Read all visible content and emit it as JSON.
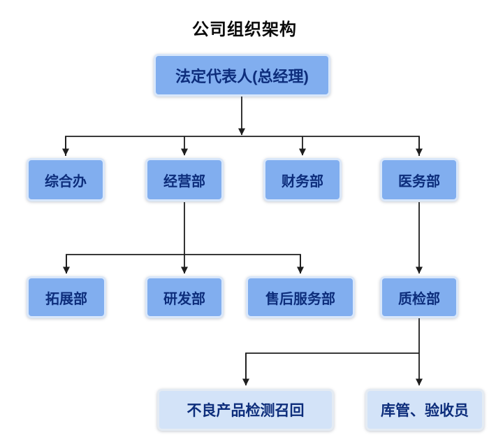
{
  "title": "公司组织架构",
  "colors": {
    "node_fill": "#81aeef",
    "node_border": "#d9e7fa",
    "node_text": "#0d2d7b",
    "light_fill": "#d3e3f8",
    "light_border": "#e4ebf3",
    "line": "#1e1e1e",
    "title_text": "#0a0a0a"
  },
  "nodes": {
    "root": {
      "label": "法定代表人(总经理)"
    },
    "level2": [
      {
        "label": "综合办"
      },
      {
        "label": "经营部"
      },
      {
        "label": "财务部"
      },
      {
        "label": "医务部"
      }
    ],
    "level3": [
      {
        "label": "拓展部"
      },
      {
        "label": "研发部"
      },
      {
        "label": "售后服务部"
      },
      {
        "label": "质检部"
      }
    ],
    "level4": [
      {
        "label": "不良产品检测召回"
      },
      {
        "label": "库管、验收员"
      }
    ]
  }
}
